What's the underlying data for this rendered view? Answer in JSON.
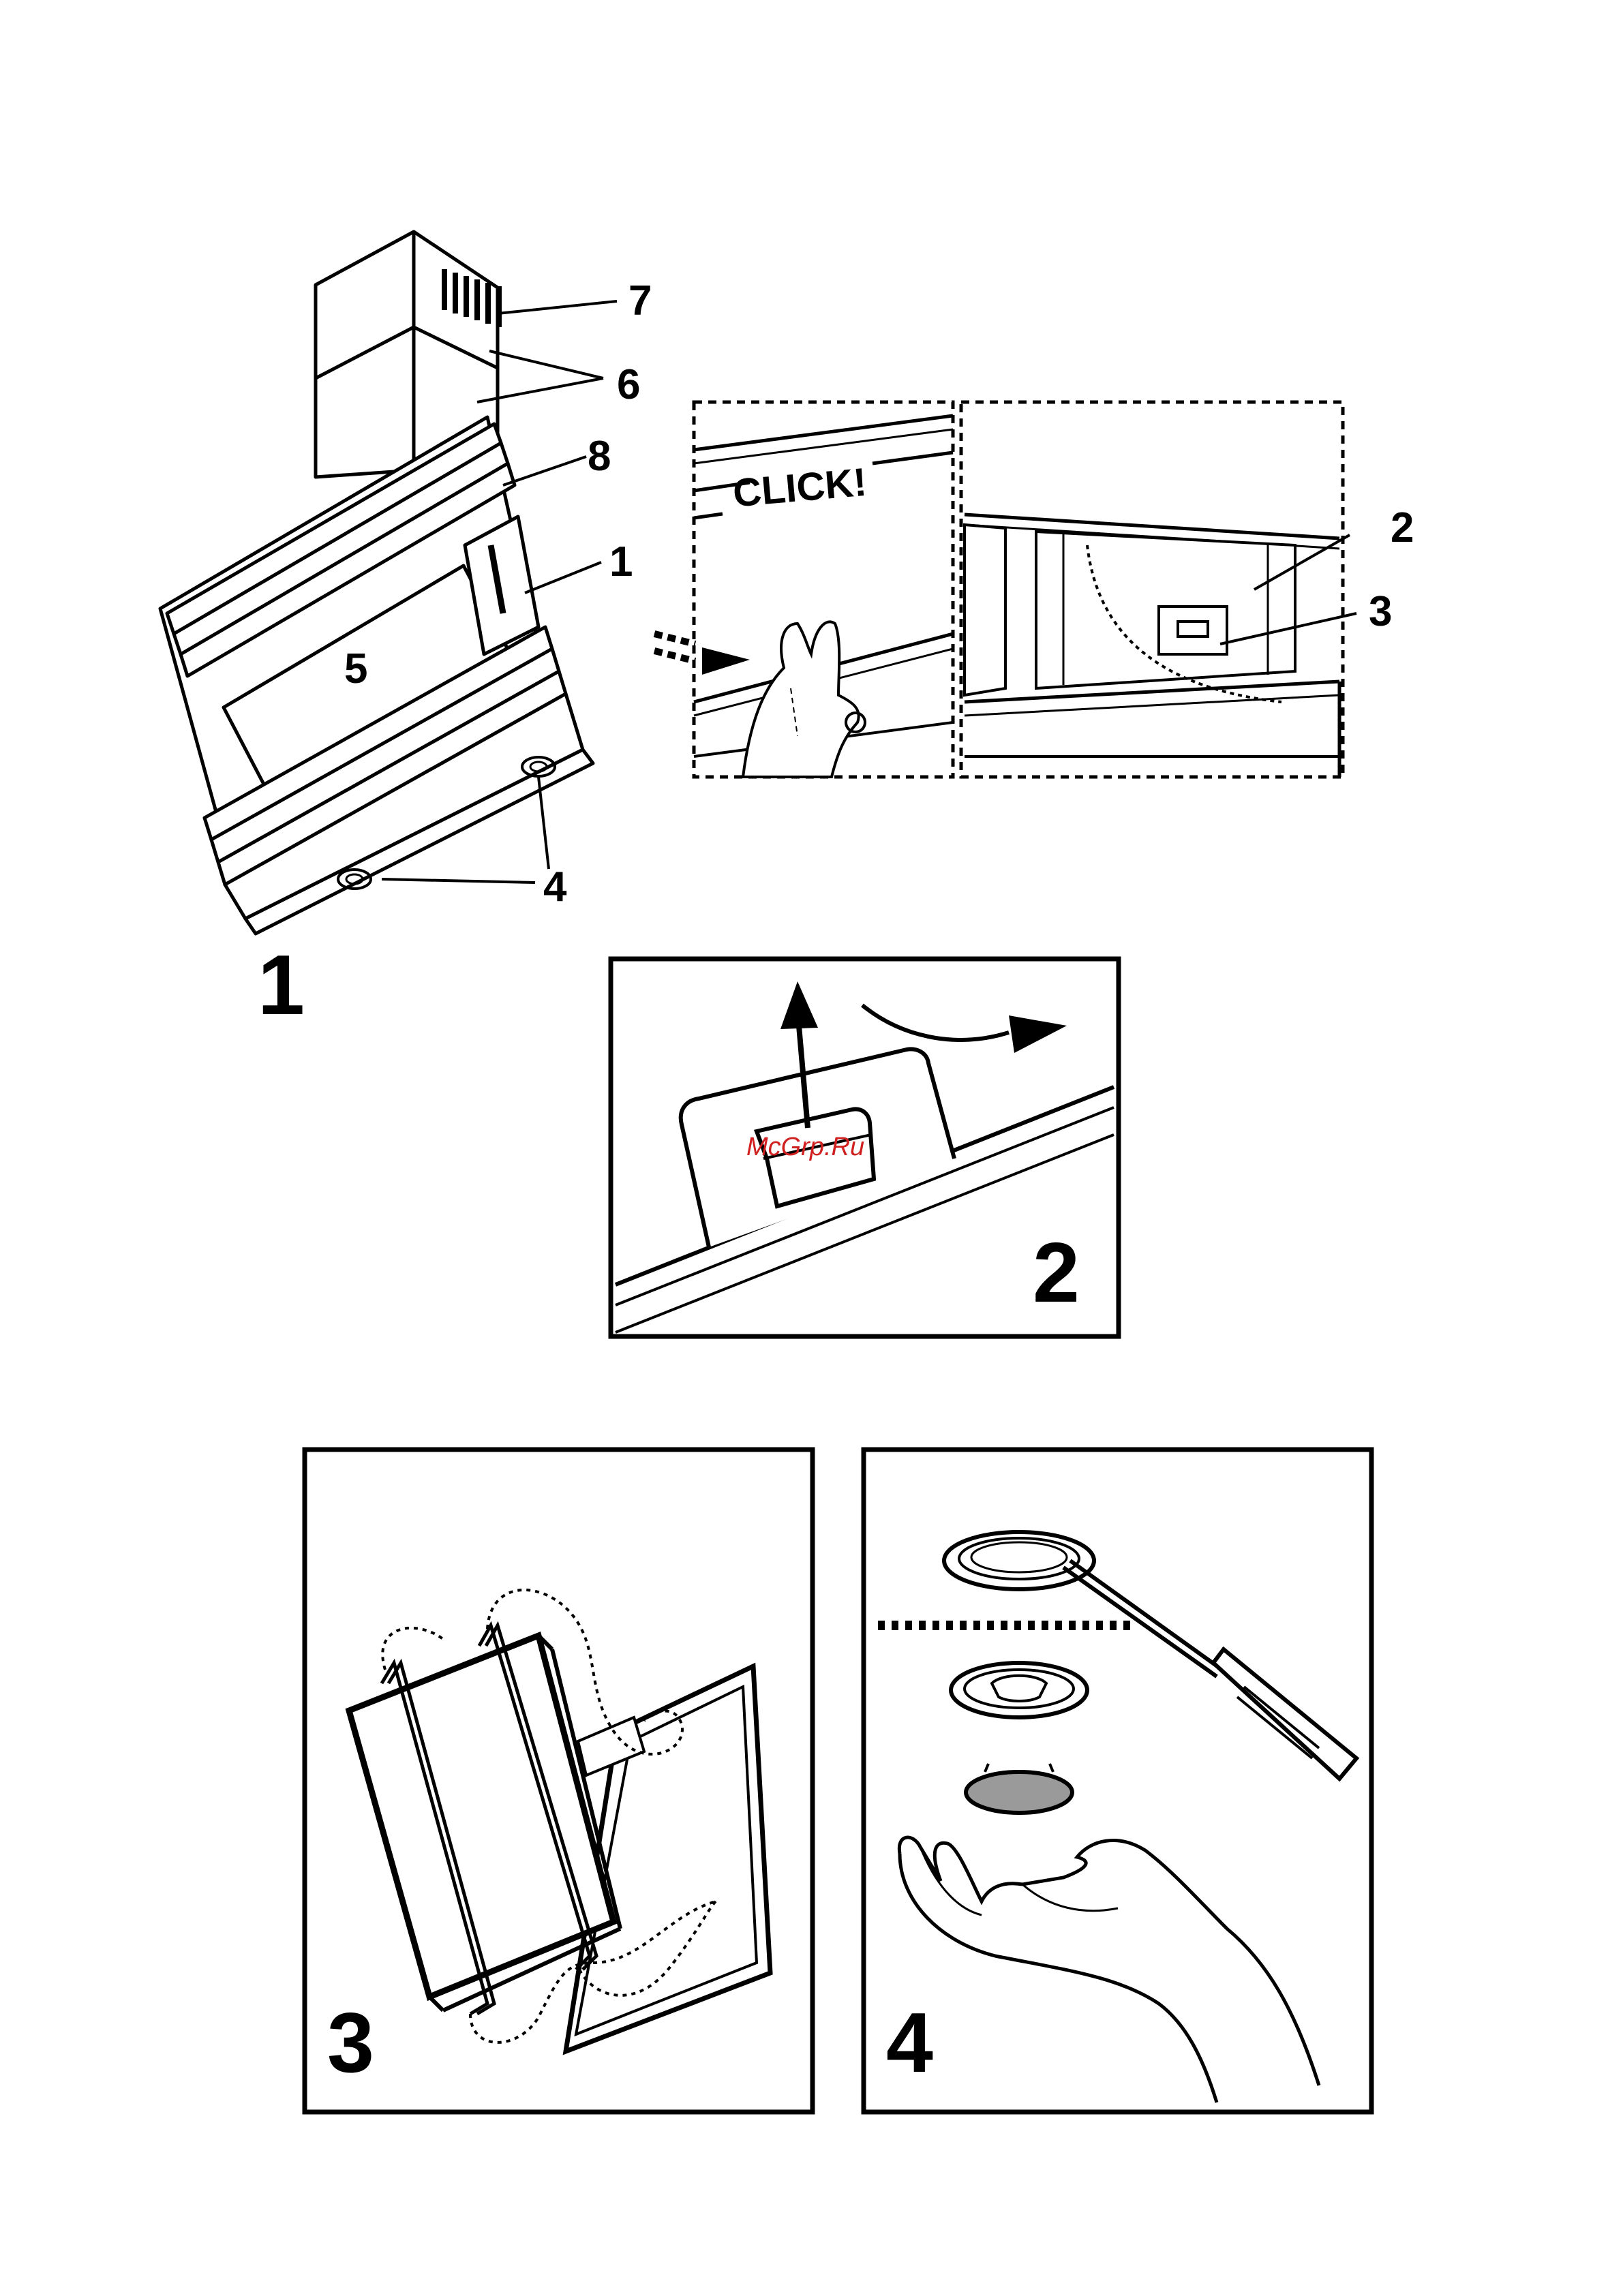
{
  "figure1": {
    "number": "1",
    "callouts": {
      "c7": "7",
      "c6": "6",
      "c8": "8",
      "c1": "1",
      "c5": "5",
      "c4": "4",
      "c2": "2",
      "c3": "3"
    },
    "click_text": "CLICK!"
  },
  "figure2": {
    "number": "2"
  },
  "figure3": {
    "number": "3"
  },
  "figure4": {
    "number": "4"
  },
  "watermark": "McGrp.Ru",
  "colors": {
    "line": "#000000",
    "watermark": "#d02020",
    "lens_fill": "#9a9a9a"
  }
}
